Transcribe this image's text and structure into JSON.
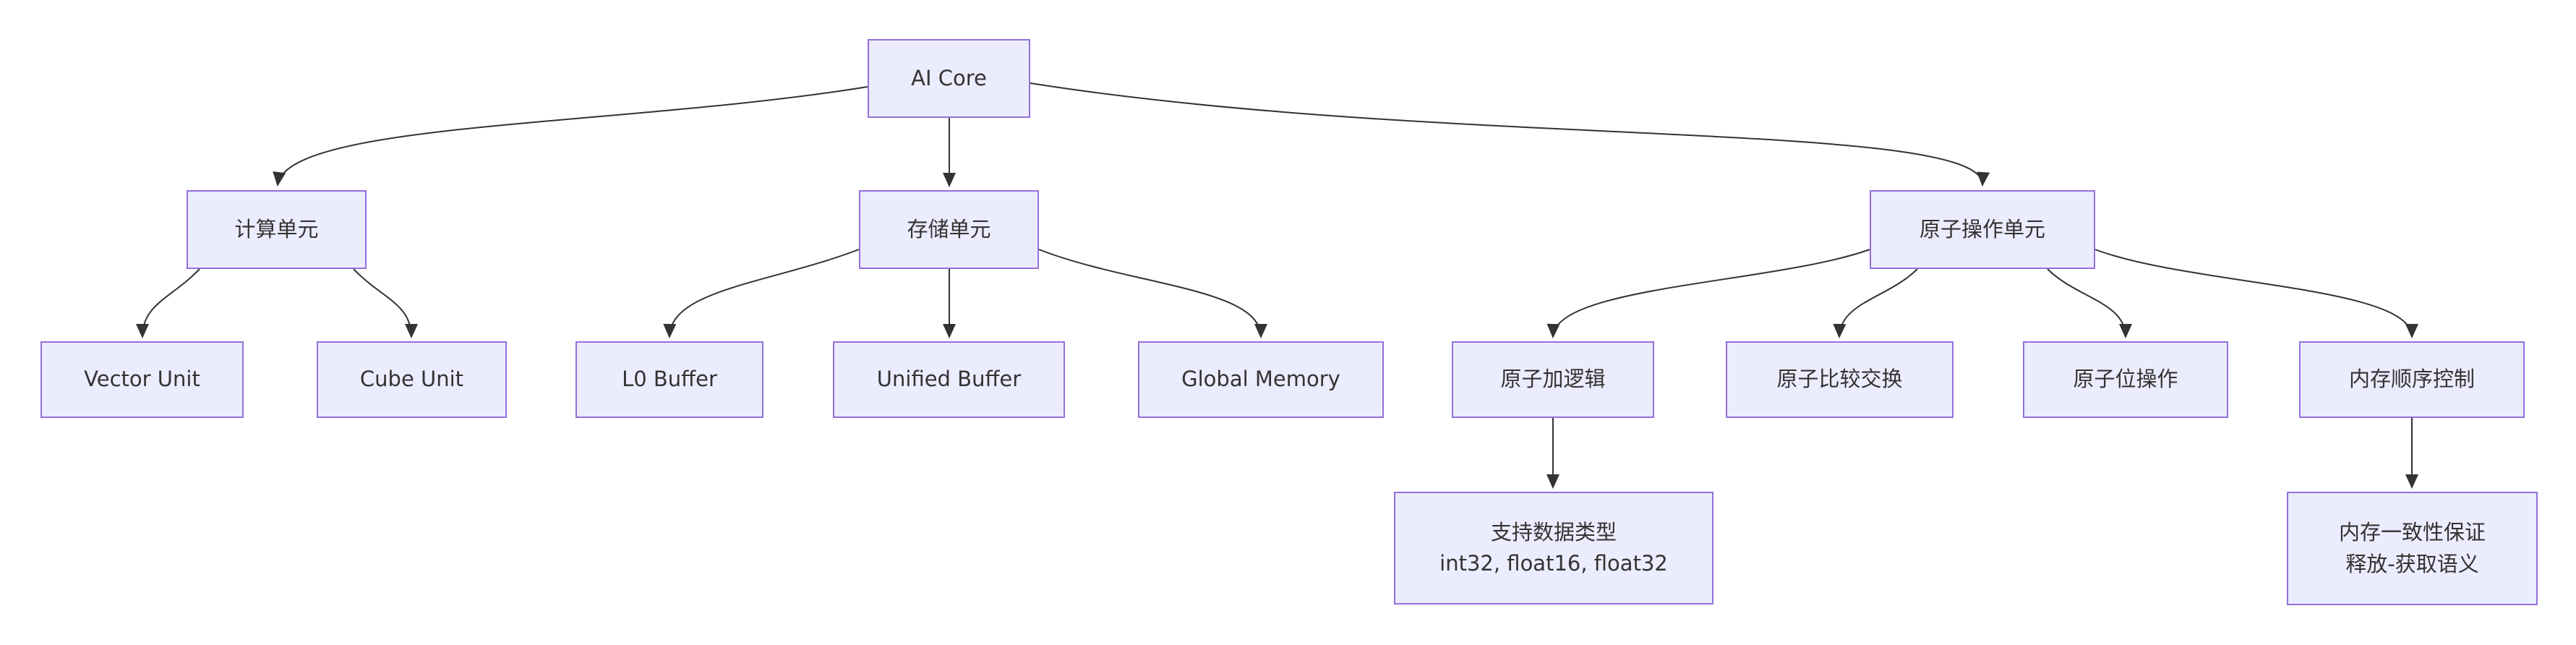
{
  "diagram": {
    "type": "flowchart",
    "direction": "top-down",
    "colors": {
      "node_fill": "#ECECFF",
      "node_border": "#9370DB",
      "edge_line": "#333333",
      "text": "#333333",
      "background": "#FFFFFF"
    },
    "nodes": {
      "ai_core": {
        "label": "AI Core"
      },
      "compute_unit": {
        "label": "计算单元"
      },
      "storage_unit": {
        "label": "存储单元"
      },
      "atomic_unit": {
        "label": "原子操作单元"
      },
      "vector_unit": {
        "label": "Vector Unit"
      },
      "cube_unit": {
        "label": "Cube Unit"
      },
      "l0_buffer": {
        "label": "L0 Buffer"
      },
      "unified_buffer": {
        "label": "Unified Buffer"
      },
      "global_memory": {
        "label": "Global Memory"
      },
      "atomic_add": {
        "label": "原子加逻辑"
      },
      "atomic_cas": {
        "label": "原子比较交换"
      },
      "atomic_bit": {
        "label": "原子位操作"
      },
      "memory_order": {
        "label": "内存顺序控制"
      },
      "data_types": {
        "line1": "支持数据类型",
        "line2": "int32, float16, float32"
      },
      "memory_consistency": {
        "line1": "内存一致性保证",
        "line2": "释放-获取语义"
      }
    },
    "edges": [
      {
        "from": "ai_core",
        "to": "compute_unit"
      },
      {
        "from": "ai_core",
        "to": "storage_unit"
      },
      {
        "from": "ai_core",
        "to": "atomic_unit"
      },
      {
        "from": "compute_unit",
        "to": "vector_unit"
      },
      {
        "from": "compute_unit",
        "to": "cube_unit"
      },
      {
        "from": "storage_unit",
        "to": "l0_buffer"
      },
      {
        "from": "storage_unit",
        "to": "unified_buffer"
      },
      {
        "from": "storage_unit",
        "to": "global_memory"
      },
      {
        "from": "atomic_unit",
        "to": "atomic_add"
      },
      {
        "from": "atomic_unit",
        "to": "atomic_cas"
      },
      {
        "from": "atomic_unit",
        "to": "atomic_bit"
      },
      {
        "from": "atomic_unit",
        "to": "memory_order"
      },
      {
        "from": "atomic_add",
        "to": "data_types"
      },
      {
        "from": "memory_order",
        "to": "memory_consistency"
      }
    ]
  }
}
